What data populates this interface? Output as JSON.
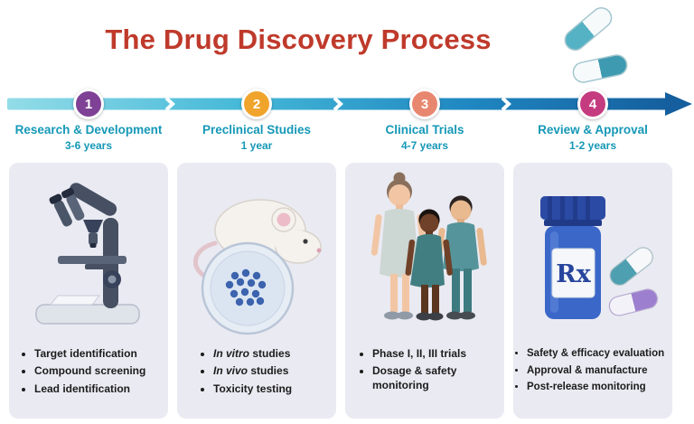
{
  "title": "The Drug Discovery Process",
  "colors": {
    "title": "#bf3a2b",
    "step_text": "#1598b7",
    "panel_bg": "#eaeaf2",
    "bullet_text": "#1c1c1c",
    "arrow_gradient_start": "#93dce8",
    "arrow_gradient_end": "#155f9e"
  },
  "steps": [
    {
      "number": "1",
      "circle_color": "#7e4196",
      "label": "Research & Development",
      "duration": "3-6 years",
      "illustration": "microscope",
      "bullets": [
        {
          "em": "",
          "text": "Target identification"
        },
        {
          "em": "",
          "text": "Compound screening"
        },
        {
          "em": "",
          "text": "Lead identification"
        }
      ]
    },
    {
      "number": "2",
      "circle_color": "#f0a42c",
      "label": "Preclinical Studies",
      "duration": "1 year",
      "illustration": "mouse-petri-dish",
      "bullets": [
        {
          "em": "In vitro",
          "text": " studies"
        },
        {
          "em": "In vivo",
          "text": " studies"
        },
        {
          "em": "",
          "text": "Toxicity testing"
        }
      ]
    },
    {
      "number": "3",
      "circle_color": "#e8876f",
      "label": "Clinical Trials",
      "duration": "4-7 years",
      "illustration": "patients",
      "bullets": [
        {
          "em": "",
          "text": "Phase I, II, III trials"
        },
        {
          "em": "",
          "text": "Dosage & safety monitoring"
        }
      ]
    },
    {
      "number": "4",
      "circle_color": "#c53b80",
      "label": "Review & Approval",
      "duration": "1-2 years",
      "illustration": "pill-bottle-capsules",
      "bottle_label": "Rx",
      "bullets": [
        {
          "em": "",
          "text": "Safety & efficacy evaluation"
        },
        {
          "em": "",
          "text": "Approval & manufacture"
        },
        {
          "em": "",
          "text": "Post-release monitoring"
        }
      ]
    }
  ]
}
